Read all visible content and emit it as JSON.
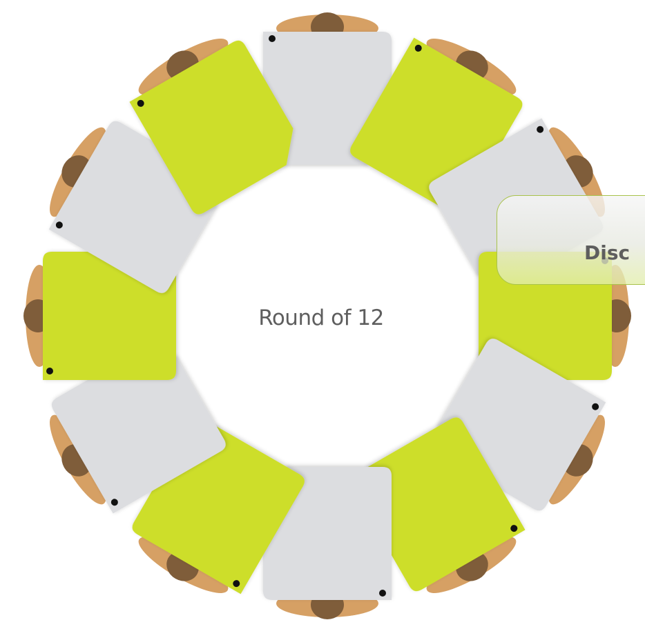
{
  "diagram": {
    "center_label": "Round of 12",
    "callout_text": "Disc",
    "seat_count": 12,
    "seat_colors": [
      "gray",
      "green",
      "gray",
      "green",
      "gray",
      "green",
      "gray",
      "green",
      "gray",
      "green",
      "gray",
      "green"
    ]
  },
  "colors": {
    "green_seat": "#cdde2a",
    "gray_seat": "#dcdde0",
    "shoulders": "#d6a064",
    "head": "#7f5d3a",
    "marker_dot": "#111111",
    "label_text": "#5e5e5e",
    "callout_border": "#a8c24a"
  }
}
